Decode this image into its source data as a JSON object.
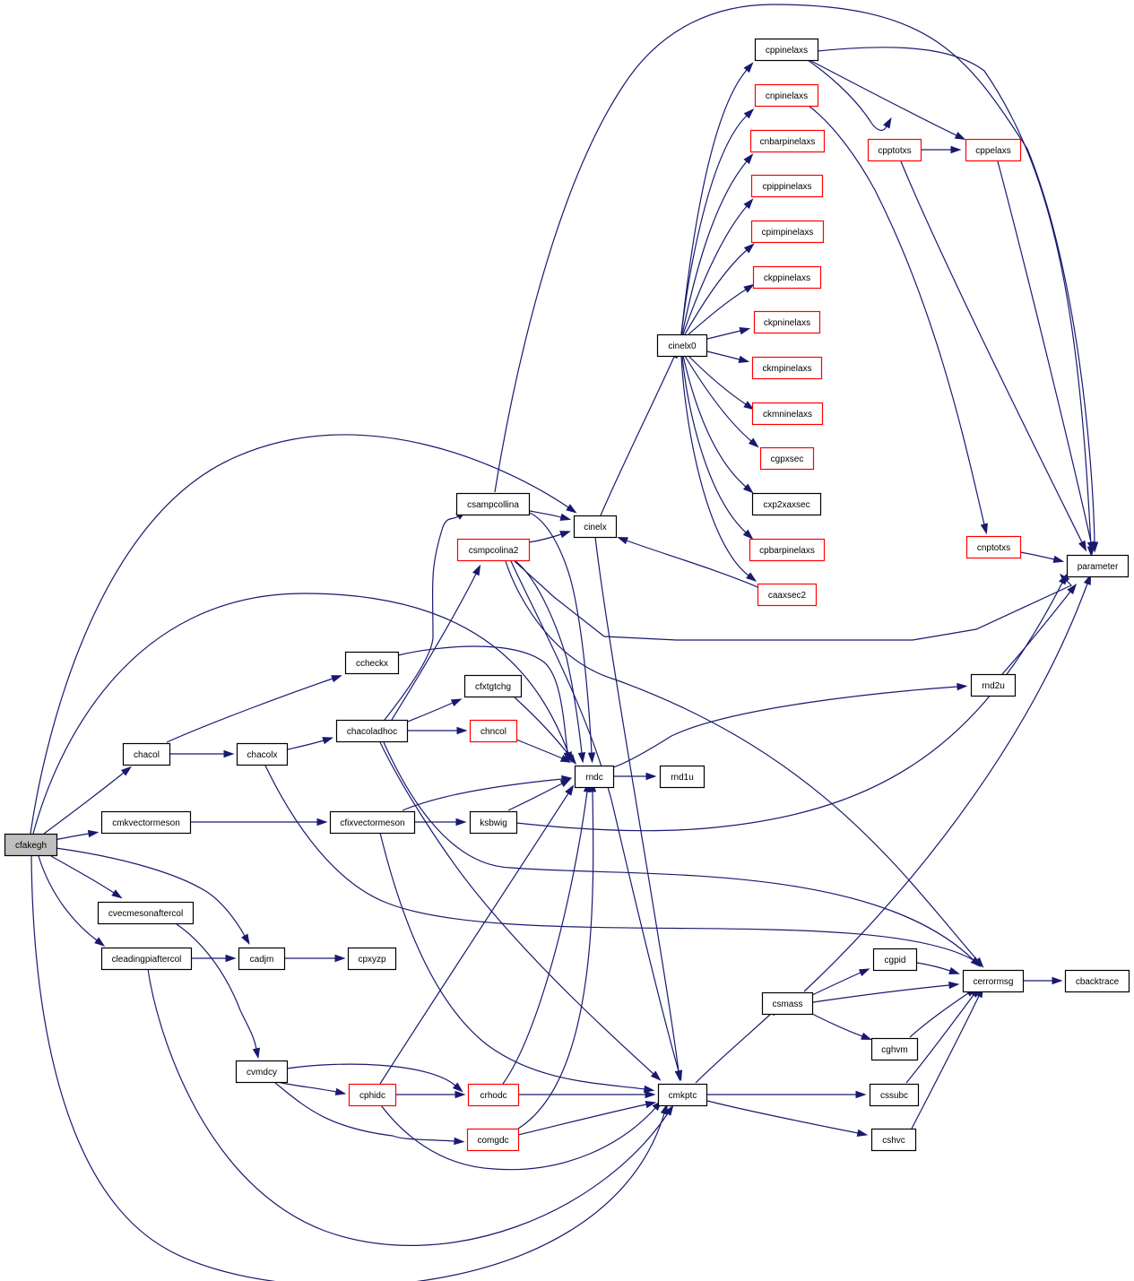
{
  "graph": {
    "colors": {
      "edge": "#191970",
      "node_border_default": "#000000",
      "node_border_link": "#ff0000",
      "root_fill": "#bfbfbf",
      "node_fill": "#ffffff"
    },
    "nodes": [
      {
        "id": "cfakegh",
        "label": "cfakegh",
        "style": "root"
      },
      {
        "id": "chacol",
        "label": "chacol",
        "style": "default"
      },
      {
        "id": "cmkvectormeson",
        "label": "cmkvectormeson",
        "style": "default"
      },
      {
        "id": "cvecmesonaftercol",
        "label": "cvecmesonaftercol",
        "style": "default"
      },
      {
        "id": "cleadingpiaftercol",
        "label": "cleadingpiaftercol",
        "style": "default"
      },
      {
        "id": "cadjm",
        "label": "cadjm",
        "style": "default"
      },
      {
        "id": "cpxyzp",
        "label": "cpxyzp",
        "style": "default"
      },
      {
        "id": "cvmdcy",
        "label": "cvmdcy",
        "style": "default"
      },
      {
        "id": "ccheckx",
        "label": "ccheckx",
        "style": "default"
      },
      {
        "id": "chacolx",
        "label": "chacolx",
        "style": "default"
      },
      {
        "id": "chacoladhoc",
        "label": "chacoladhoc",
        "style": "default"
      },
      {
        "id": "cfixvectormeson",
        "label": "cfixvectormeson",
        "style": "default"
      },
      {
        "id": "csampcollina",
        "label": "csampcollina",
        "style": "default"
      },
      {
        "id": "csmpcolina2",
        "label": "csmpcolina2",
        "style": "link"
      },
      {
        "id": "cfxtgtchg",
        "label": "cfxtgtchg",
        "style": "default"
      },
      {
        "id": "chncol",
        "label": "chncol",
        "style": "link"
      },
      {
        "id": "ksbwig",
        "label": "ksbwig",
        "style": "default"
      },
      {
        "id": "cphidc",
        "label": "cphidc",
        "style": "link"
      },
      {
        "id": "crhodc",
        "label": "crhodc",
        "style": "link"
      },
      {
        "id": "comgdc",
        "label": "comgdc",
        "style": "link"
      },
      {
        "id": "cinelx",
        "label": "cinelx",
        "style": "default"
      },
      {
        "id": "rndc",
        "label": "rndc",
        "style": "default"
      },
      {
        "id": "rnd1u",
        "label": "rnd1u",
        "style": "default"
      },
      {
        "id": "cmkptc",
        "label": "cmkptc",
        "style": "default"
      },
      {
        "id": "cinelx0",
        "label": "cinelx0",
        "style": "default"
      },
      {
        "id": "cppinelaxs",
        "label": "cppinelaxs",
        "style": "default"
      },
      {
        "id": "cnpinelaxs",
        "label": "cnpinelaxs",
        "style": "link"
      },
      {
        "id": "cnbarpinelaxs",
        "label": "cnbarpinelaxs",
        "style": "link"
      },
      {
        "id": "cpippinelaxs",
        "label": "cpippinelaxs",
        "style": "link"
      },
      {
        "id": "cpimpinelaxs",
        "label": "cpimpinelaxs",
        "style": "link"
      },
      {
        "id": "ckppinelaxs",
        "label": "ckppinelaxs",
        "style": "link"
      },
      {
        "id": "ckpninelaxs",
        "label": "ckpninelaxs",
        "style": "link"
      },
      {
        "id": "ckmpinelaxs",
        "label": "ckmpinelaxs",
        "style": "link"
      },
      {
        "id": "ckmninelaxs",
        "label": "ckmninelaxs",
        "style": "link"
      },
      {
        "id": "cgpxsec",
        "label": "cgpxsec",
        "style": "link"
      },
      {
        "id": "cxp2xaxsec",
        "label": "cxp2xaxsec",
        "style": "default"
      },
      {
        "id": "cpbarpinelaxs",
        "label": "cpbarpinelaxs",
        "style": "link"
      },
      {
        "id": "caaxsec2",
        "label": "caaxsec2",
        "style": "link"
      },
      {
        "id": "cpptotxs",
        "label": "cpptotxs",
        "style": "link"
      },
      {
        "id": "cppelaxs",
        "label": "cppelaxs",
        "style": "link"
      },
      {
        "id": "cnptotxs",
        "label": "cnptotxs",
        "style": "link"
      },
      {
        "id": "parameter",
        "label": "parameter",
        "style": "default"
      },
      {
        "id": "rnd2u",
        "label": "rnd2u",
        "style": "default"
      },
      {
        "id": "csmass",
        "label": "csmass",
        "style": "default"
      },
      {
        "id": "cgpid",
        "label": "cgpid",
        "style": "default"
      },
      {
        "id": "cghvm",
        "label": "cghvm",
        "style": "default"
      },
      {
        "id": "cssubc",
        "label": "cssubc",
        "style": "default"
      },
      {
        "id": "cshvc",
        "label": "cshvc",
        "style": "default"
      },
      {
        "id": "cerrormsg",
        "label": "cerrormsg",
        "style": "default"
      },
      {
        "id": "cbacktrace",
        "label": "cbacktrace",
        "style": "default"
      }
    ],
    "edges": [
      {
        "from": "cfakegh",
        "to": "chacol"
      },
      {
        "from": "cfakegh",
        "to": "cmkvectormeson"
      },
      {
        "from": "cfakegh",
        "to": "cvecmesonaftercol"
      },
      {
        "from": "cfakegh",
        "to": "cleadingpiaftercol"
      },
      {
        "from": "cfakegh",
        "to": "cadjm"
      },
      {
        "from": "cfakegh",
        "to": "cinelx"
      },
      {
        "from": "cfakegh",
        "to": "rndc"
      },
      {
        "from": "cfakegh",
        "to": "cmkptc"
      },
      {
        "from": "chacol",
        "to": "ccheckx"
      },
      {
        "from": "chacol",
        "to": "chacolx"
      },
      {
        "from": "cmkvectormeson",
        "to": "cfixvectormeson"
      },
      {
        "from": "cvecmesonaftercol",
        "to": "cvmdcy"
      },
      {
        "from": "cleadingpiaftercol",
        "to": "cadjm"
      },
      {
        "from": "cleadingpiaftercol",
        "to": "cmkptc"
      },
      {
        "from": "cadjm",
        "to": "cpxyzp"
      },
      {
        "from": "ccheckx",
        "to": "rndc"
      },
      {
        "from": "chacolx",
        "to": "chacoladhoc"
      },
      {
        "from": "chacolx",
        "to": "cerrormsg"
      },
      {
        "from": "chacoladhoc",
        "to": "csampcollina"
      },
      {
        "from": "chacoladhoc",
        "to": "csmpcolina2"
      },
      {
        "from": "chacoladhoc",
        "to": "cfxtgtchg"
      },
      {
        "from": "chacoladhoc",
        "to": "chncol"
      },
      {
        "from": "chacoladhoc",
        "to": "cmkptc"
      },
      {
        "from": "chacoladhoc",
        "to": "cerrormsg"
      },
      {
        "from": "cfixvectormeson",
        "to": "ksbwig"
      },
      {
        "from": "cfixvectormeson",
        "to": "rndc"
      },
      {
        "from": "cfixvectormeson",
        "to": "cmkptc"
      },
      {
        "from": "csampcollina",
        "to": "cinelx"
      },
      {
        "from": "csampcollina",
        "to": "rndc"
      },
      {
        "from": "csampcollina",
        "to": "parameter"
      },
      {
        "from": "csmpcolina2",
        "to": "cinelx"
      },
      {
        "from": "csmpcolina2",
        "to": "rndc"
      },
      {
        "from": "csmpcolina2",
        "to": "parameter"
      },
      {
        "from": "csmpcolina2",
        "to": "cerrormsg"
      },
      {
        "from": "csmpcolina2",
        "to": "cmkptc"
      },
      {
        "from": "cfxtgtchg",
        "to": "rndc"
      },
      {
        "from": "chncol",
        "to": "rndc"
      },
      {
        "from": "ksbwig",
        "to": "rndc"
      },
      {
        "from": "ksbwig",
        "to": "parameter"
      },
      {
        "from": "cvmdcy",
        "to": "cphidc"
      },
      {
        "from": "cvmdcy",
        "to": "crhodc"
      },
      {
        "from": "cvmdcy",
        "to": "comgdc"
      },
      {
        "from": "cphidc",
        "to": "crhodc"
      },
      {
        "from": "cphidc",
        "to": "rndc"
      },
      {
        "from": "cphidc",
        "to": "cmkptc"
      },
      {
        "from": "crhodc",
        "to": "rndc"
      },
      {
        "from": "crhodc",
        "to": "cmkptc"
      },
      {
        "from": "comgdc",
        "to": "rndc"
      },
      {
        "from": "comgdc",
        "to": "cmkptc"
      },
      {
        "from": "cinelx",
        "to": "cinelx0"
      },
      {
        "from": "cinelx",
        "to": "cmkptc"
      },
      {
        "from": "caaxsec2",
        "to": "cinelx"
      },
      {
        "from": "rndc",
        "to": "rnd1u"
      },
      {
        "from": "rndc",
        "to": "rnd2u"
      },
      {
        "from": "rnd2u",
        "to": "parameter"
      },
      {
        "from": "cinelx0",
        "to": "cppinelaxs"
      },
      {
        "from": "cinelx0",
        "to": "cnpinelaxs"
      },
      {
        "from": "cinelx0",
        "to": "cnbarpinelaxs"
      },
      {
        "from": "cinelx0",
        "to": "cpippinelaxs"
      },
      {
        "from": "cinelx0",
        "to": "cpimpinelaxs"
      },
      {
        "from": "cinelx0",
        "to": "ckppinelaxs"
      },
      {
        "from": "cinelx0",
        "to": "ckpninelaxs"
      },
      {
        "from": "cinelx0",
        "to": "ckmpinelaxs"
      },
      {
        "from": "cinelx0",
        "to": "ckmninelaxs"
      },
      {
        "from": "cinelx0",
        "to": "cgpxsec"
      },
      {
        "from": "cinelx0",
        "to": "cxp2xaxsec"
      },
      {
        "from": "cinelx0",
        "to": "cpbarpinelaxs"
      },
      {
        "from": "cinelx0",
        "to": "caaxsec2"
      },
      {
        "from": "cppinelaxs",
        "to": "cpptotxs"
      },
      {
        "from": "cppinelaxs",
        "to": "cppelaxs"
      },
      {
        "from": "cppinelaxs",
        "to": "parameter"
      },
      {
        "from": "cnpinelaxs",
        "to": "cnptotxs"
      },
      {
        "from": "cpptotxs",
        "to": "cppelaxs"
      },
      {
        "from": "cpptotxs",
        "to": "parameter"
      },
      {
        "from": "cppelaxs",
        "to": "parameter"
      },
      {
        "from": "cnptotxs",
        "to": "parameter"
      },
      {
        "from": "cmkptc",
        "to": "csmass"
      },
      {
        "from": "cmkptc",
        "to": "cssubc"
      },
      {
        "from": "cmkptc",
        "to": "cshvc"
      },
      {
        "from": "csmass",
        "to": "cgpid"
      },
      {
        "from": "csmass",
        "to": "cghvm"
      },
      {
        "from": "csmass",
        "to": "cerrormsg"
      },
      {
        "from": "csmass",
        "to": "parameter"
      },
      {
        "from": "cgpid",
        "to": "cerrormsg"
      },
      {
        "from": "cghvm",
        "to": "cerrormsg"
      },
      {
        "from": "cssubc",
        "to": "cerrormsg"
      },
      {
        "from": "cshvc",
        "to": "cerrormsg"
      },
      {
        "from": "cerrormsg",
        "to": "cbacktrace"
      }
    ]
  }
}
